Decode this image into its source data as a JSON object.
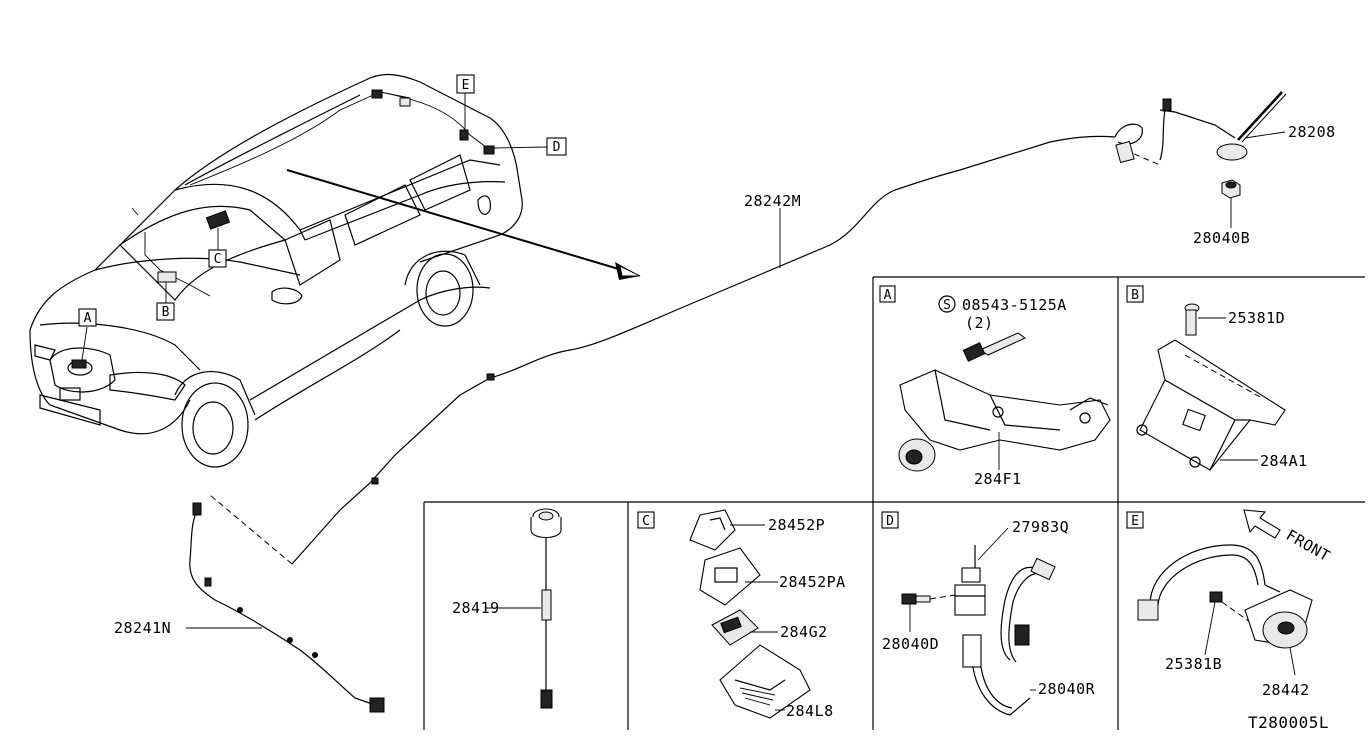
{
  "diagram": {
    "doc_code": "T280005L",
    "overview_letters": [
      "A",
      "B",
      "C",
      "D",
      "E"
    ],
    "parts": {
      "p28208": "28208",
      "p28040B": "28040B",
      "p28242M": "28242M",
      "p28241N": "28241N",
      "p08543": "08543-5125A",
      "p08543_qty": "(2)",
      "p08543_prefix": "S",
      "p284F1": "284F1",
      "p25381D": "25381D",
      "p284A1": "284A1",
      "p28419": "28419",
      "p28452P": "28452P",
      "p28452PA": "28452PA",
      "p284G2": "284G2",
      "p284L8": "284L8",
      "p27983Q": "27983Q",
      "p28040D": "28040D",
      "p28040R": "28040R",
      "p25381B": "25381B",
      "p28442": "28442"
    },
    "panels": {
      "A": "A",
      "B": "B",
      "C": "C",
      "D": "D",
      "E": "E"
    },
    "front_label": "FRONT"
  }
}
